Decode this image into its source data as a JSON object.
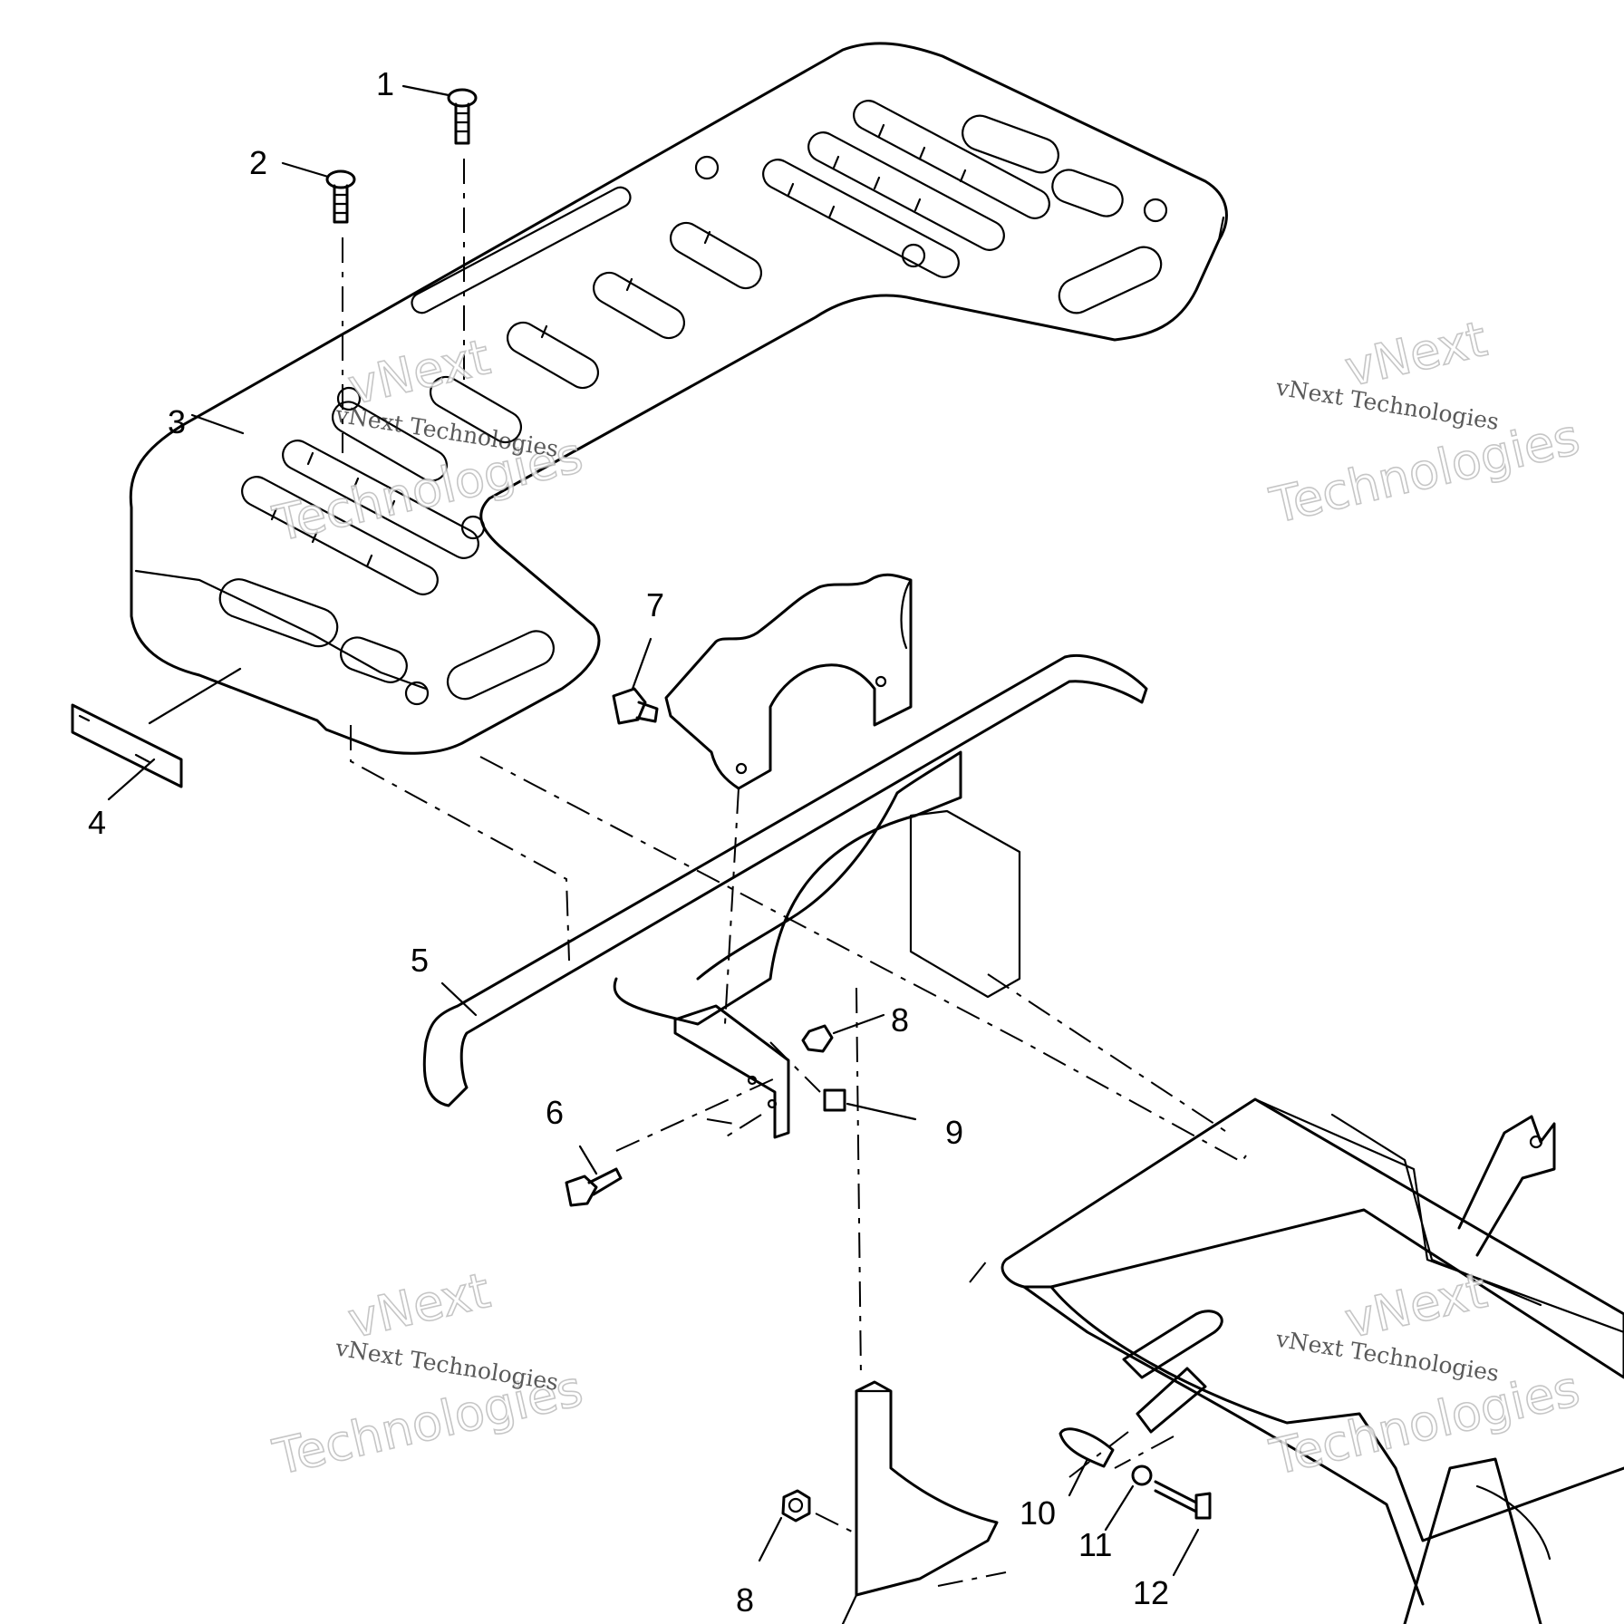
{
  "diagram": {
    "callouts": [
      "1",
      "2",
      "3",
      "4",
      "5",
      "6",
      "7",
      "8",
      "8",
      "9",
      "10",
      "11",
      "12"
    ],
    "watermark": {
      "line_small": "vNext Technologies",
      "line_big_1": "vNext",
      "line_big_2": "Technologies"
    }
  }
}
